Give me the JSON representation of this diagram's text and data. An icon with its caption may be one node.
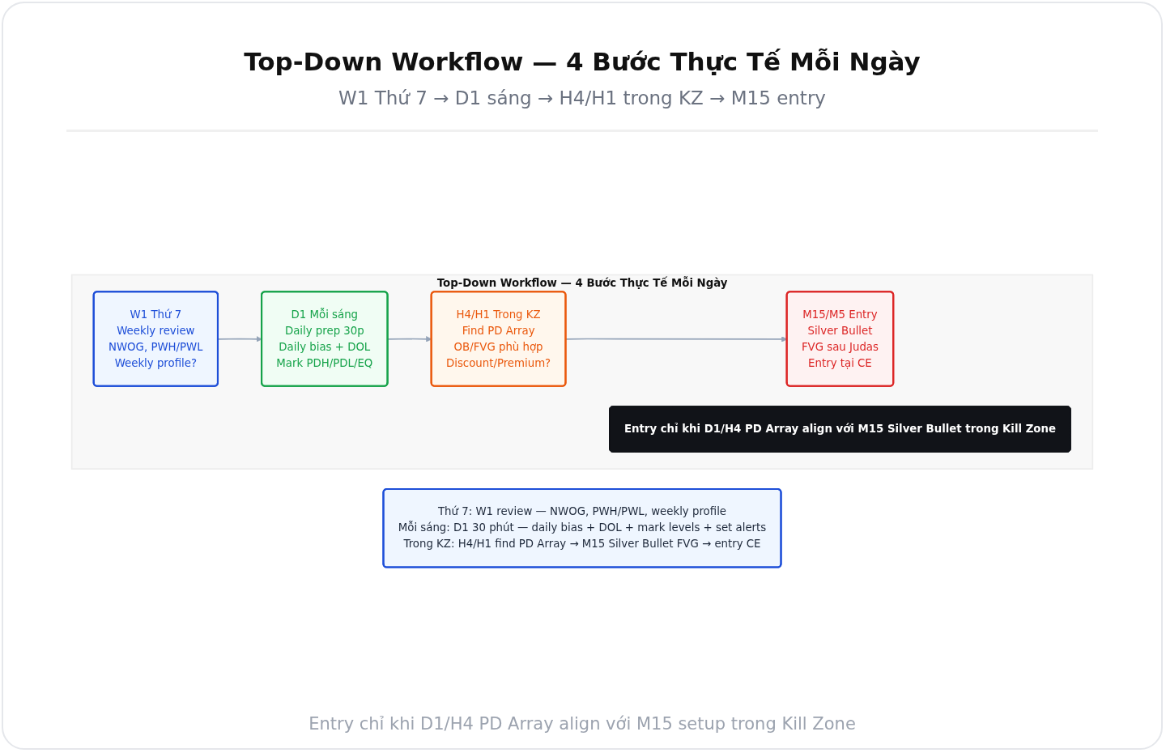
{
  "diagram": {
    "title": "Top-Down Workflow — 4 Bước Thực Tế Mỗi Ngày",
    "caption": "Entry chỉ khi D1/H4 PD Array align với M15 setup trong Kill Zone",
    "nodes": [
      {
        "text": [
          "Top-Down Workflow — 4 Bước Thực Tế Mỗi Ngày"
        ]
      },
      {
        "text": [
          "W1 Thứ 7",
          "Weekly review",
          "NWOG, PWH/PWL",
          "Weekly profile?"
        ],
        "in": 0
      },
      {
        "text": [
          "D1 Mỗi sáng",
          "Daily prep 30p",
          "Daily bias + DOL",
          "Mark PDH/PDL/EQ"
        ],
        "in": 0
      },
      {
        "text": [
          "H4/H1 Trong KZ",
          "Find PD Array",
          "OB/FVG phù hợp",
          "Discount/Premium?"
        ],
        "in": 0
      },
      {
        "text": [
          "M15/M5 Entry",
          "Silver Bullet",
          "FVG sau Judas",
          "Entry tại CE"
        ],
        "in": 0
      },
      {
        "text": [
          "Entry chỉ khi D1/H4 PD Array align với M15 Silver Bullet trong Kill Zone"
        ],
        "in": 0
      },
      {
        "text": [
          "Thứ 7: W1 review — NWOG, PWH/PWL, weekly profile",
          "Mỗi sáng: D1 30 phút — daily bias + DOL + mark levels + set alerts",
          "Trong KZ: H4/H1 find PD Array → M15 Silver Bullet FVG → entry CE"
        ]
      }
    ],
    "edges": [
      {
        "from": 1,
        "to": 2,
        "arrow": "to"
      },
      {
        "from": 2,
        "to": 3,
        "arrow": "to"
      },
      {
        "from": 3,
        "to": 4,
        "arrow": "to"
      }
    ],
    "labels": [
      "W1 Thứ 7 → D1 sáng → H4/H1 trong KZ → M15 entry"
    ]
  }
}
